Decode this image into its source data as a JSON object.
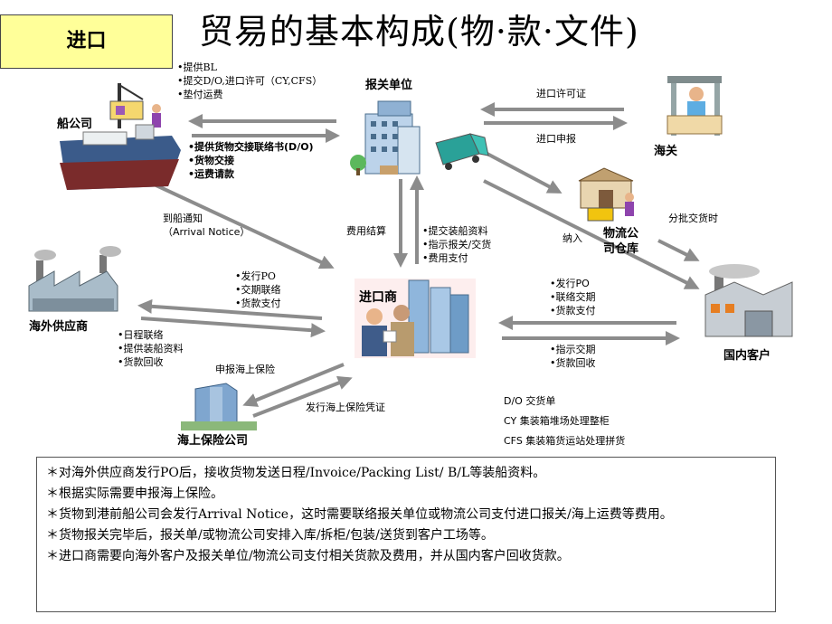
{
  "title": "贸易的基本构成(物·款·文件)",
  "section_tag": "进口",
  "nodes": {
    "shipping_company": "船公司",
    "customs_broker": "报关单位",
    "customs": "海关",
    "logistics_warehouse": "物流公\n司仓库",
    "importer": "进口商",
    "overseas_supplier": "海外供应商",
    "domestic_customer": "国内客户",
    "marine_insurer": "海上保险公司"
  },
  "notes": {
    "broker_to_ship": [
      "•提供BL",
      "•提交D/O,进口许可（CY,CFS）",
      "•垫付运费"
    ],
    "ship_to_broker": [
      "•提供货物交接联络书(D/O)",
      "•货物交接",
      "•运费请款"
    ],
    "import_permit": "进口许可证",
    "import_declaration": "进口申报",
    "arrival_notice": [
      "到船通知",
      "（Arrival Notice）"
    ],
    "fee_settlement": "费用结算",
    "importer_to_broker": [
      "•提交装船资料",
      "•指示报关/交货",
      "•费用支付"
    ],
    "warehouse_in": "纳入",
    "partial_delivery": "分批交货时",
    "importer_to_supplier": [
      "•发行PO",
      "•交期联络",
      "•货款支付"
    ],
    "supplier_to_importer": [
      "•日程联络",
      "•提供装船资料",
      "•货款回收"
    ],
    "importer_to_customer": [
      "•发行PO",
      "•联络交期",
      "•货款支付"
    ],
    "customer_to_importer": [
      "•指示交期",
      "•货款回收"
    ],
    "apply_insurance": "申报海上保险",
    "issue_insurance": "发行海上保险凭证"
  },
  "legend": [
    "D/O 交货单",
    "CY 集装箱堆场处理整柜",
    "CFS 集装箱货运站处理拼货"
  ],
  "summary": [
    "＊对海外供应商发行PO后，接收货物发送日程/Invoice/Packing List/ B/L等装船资料。",
    "＊根据实际需要申报海上保险。",
    "＊货物到港前船公司会发行Arrival Notice，这时需要联络报关单位或物流公司支付进口报关/海上运费等费用。",
    "＊货物报关完毕后，报关单/或物流公司安排入库/拆柜/包装/送货到客户工场等。",
    "＊进口商需要向海外客户及报关单位/物流公司支付相关货款及费用，并从国内客户回收货款。"
  ],
  "colors": {
    "arrow": "#8c8c8c",
    "tag_bg": "#ffff99",
    "importer_bg": "#fdeeee"
  }
}
